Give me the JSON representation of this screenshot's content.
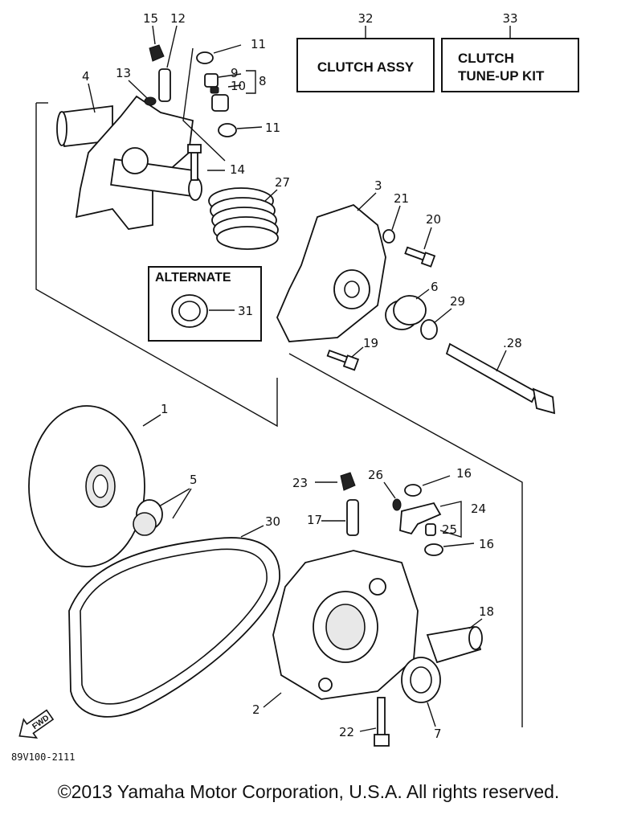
{
  "callouts": {
    "c1": "1",
    "c2": "2",
    "c3": "3",
    "c4": "4",
    "c5": "5",
    "c6": "6",
    "c7": "7",
    "c8": "8",
    "c9": "9",
    "c10": "10",
    "c11a": "11",
    "c11b": "11",
    "c12": "12",
    "c13": "13",
    "c14": "14",
    "c15": "15",
    "c16a": "16",
    "c16b": "16",
    "c17": "17",
    "c18": "18",
    "c19": "19",
    "c20": "20",
    "c21": "21",
    "c22": "22",
    "c23": "23",
    "c24": "24",
    "c25": "25",
    "c26": "26",
    "c27": "27",
    "c28": ".28",
    "c29": "29",
    "c30": "30",
    "c31": "31",
    "c32": "32",
    "c33": "33"
  },
  "boxes": {
    "clutch_assy": "CLUTCH ASSY",
    "tune_up_line1": "CLUTCH",
    "tune_up_line2": "TUNE-UP KIT",
    "alternate": "ALTERNATE"
  },
  "fwd": "FWD",
  "figure_code": "89V100-2111",
  "copyright": "©2013 Yamaha Motor Corporation, U.S.A. All rights reserved."
}
